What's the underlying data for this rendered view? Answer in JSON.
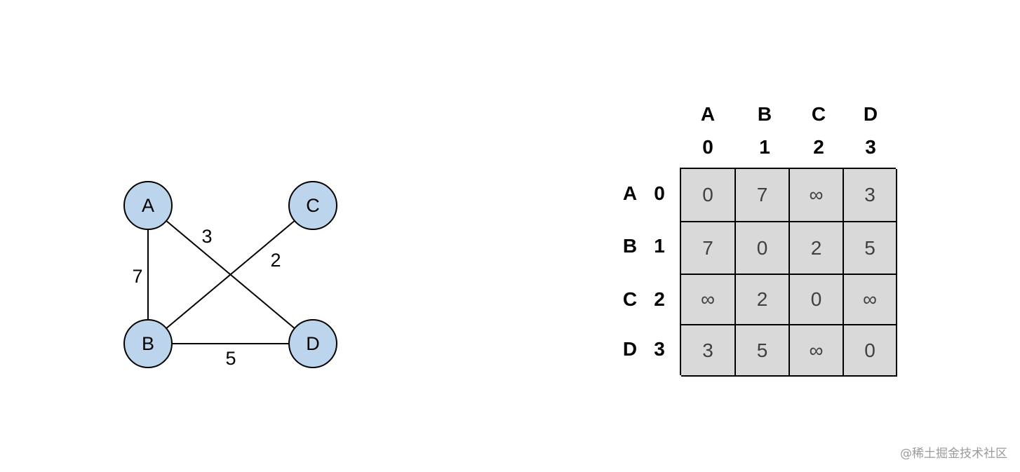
{
  "graph": {
    "nodes": [
      {
        "id": "A",
        "label": "A"
      },
      {
        "id": "C",
        "label": "C"
      },
      {
        "id": "B",
        "label": "B"
      },
      {
        "id": "D",
        "label": "D"
      }
    ],
    "edges": [
      {
        "from": "A",
        "to": "B",
        "weight": "7"
      },
      {
        "from": "A",
        "to": "D",
        "weight": "3"
      },
      {
        "from": "B",
        "to": "C",
        "weight": "2"
      },
      {
        "from": "B",
        "to": "D",
        "weight": "5"
      }
    ],
    "node_fill": "#bcd5ec"
  },
  "matrix": {
    "column_letters": [
      "A",
      "B",
      "C",
      "D"
    ],
    "column_indices": [
      "0",
      "1",
      "2",
      "3"
    ],
    "rows": [
      {
        "letter": "A",
        "index": "0",
        "cells": [
          "0",
          "7",
          "∞",
          "3"
        ]
      },
      {
        "letter": "B",
        "index": "1",
        "cells": [
          "7",
          "0",
          "2",
          "5"
        ]
      },
      {
        "letter": "C",
        "index": "2",
        "cells": [
          "∞",
          "2",
          "0",
          "∞"
        ]
      },
      {
        "letter": "D",
        "index": "3",
        "cells": [
          "3",
          "5",
          "∞",
          "0"
        ]
      }
    ],
    "cell_fill": "#d9d9d9"
  },
  "watermark": "@稀土掘金技术社区"
}
